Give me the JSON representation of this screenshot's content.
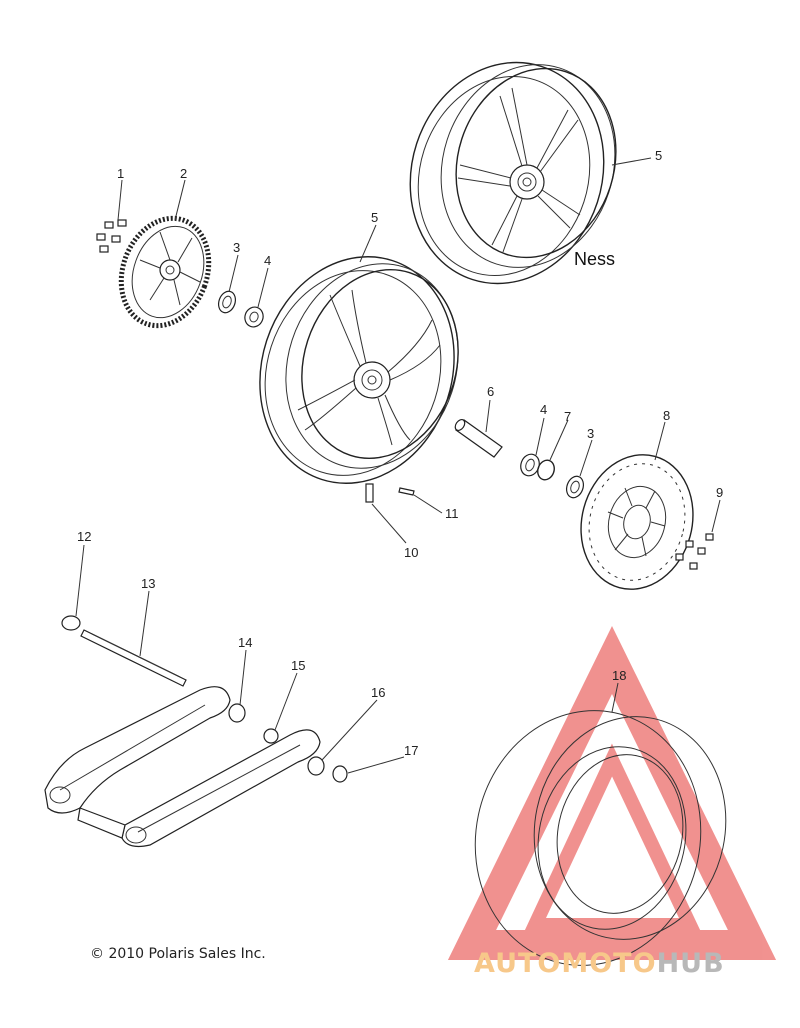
{
  "callouts": {
    "c1": "1",
    "c2": "2",
    "c3a": "3",
    "c4a": "4",
    "c5a": "5",
    "c5b": "5",
    "c6": "6",
    "c4b": "4",
    "c7": "7",
    "c3b": "3",
    "c8": "8",
    "c9": "9",
    "c11": "11",
    "c10": "10",
    "c12": "12",
    "c13": "13",
    "c14": "14",
    "c15": "15",
    "c16": "16",
    "c17": "17",
    "c18": "18"
  },
  "variant_label": "Ness",
  "copyright": "© 2010 Polaris Sales Inc.",
  "watermark": {
    "part1": "AUTOMOTO",
    "part2": "HUB"
  },
  "colors": {
    "line": "#333333",
    "watermark_red": "#e53935",
    "watermark_orange": "#f7c88a",
    "watermark_gray": "#b8b8b8"
  }
}
